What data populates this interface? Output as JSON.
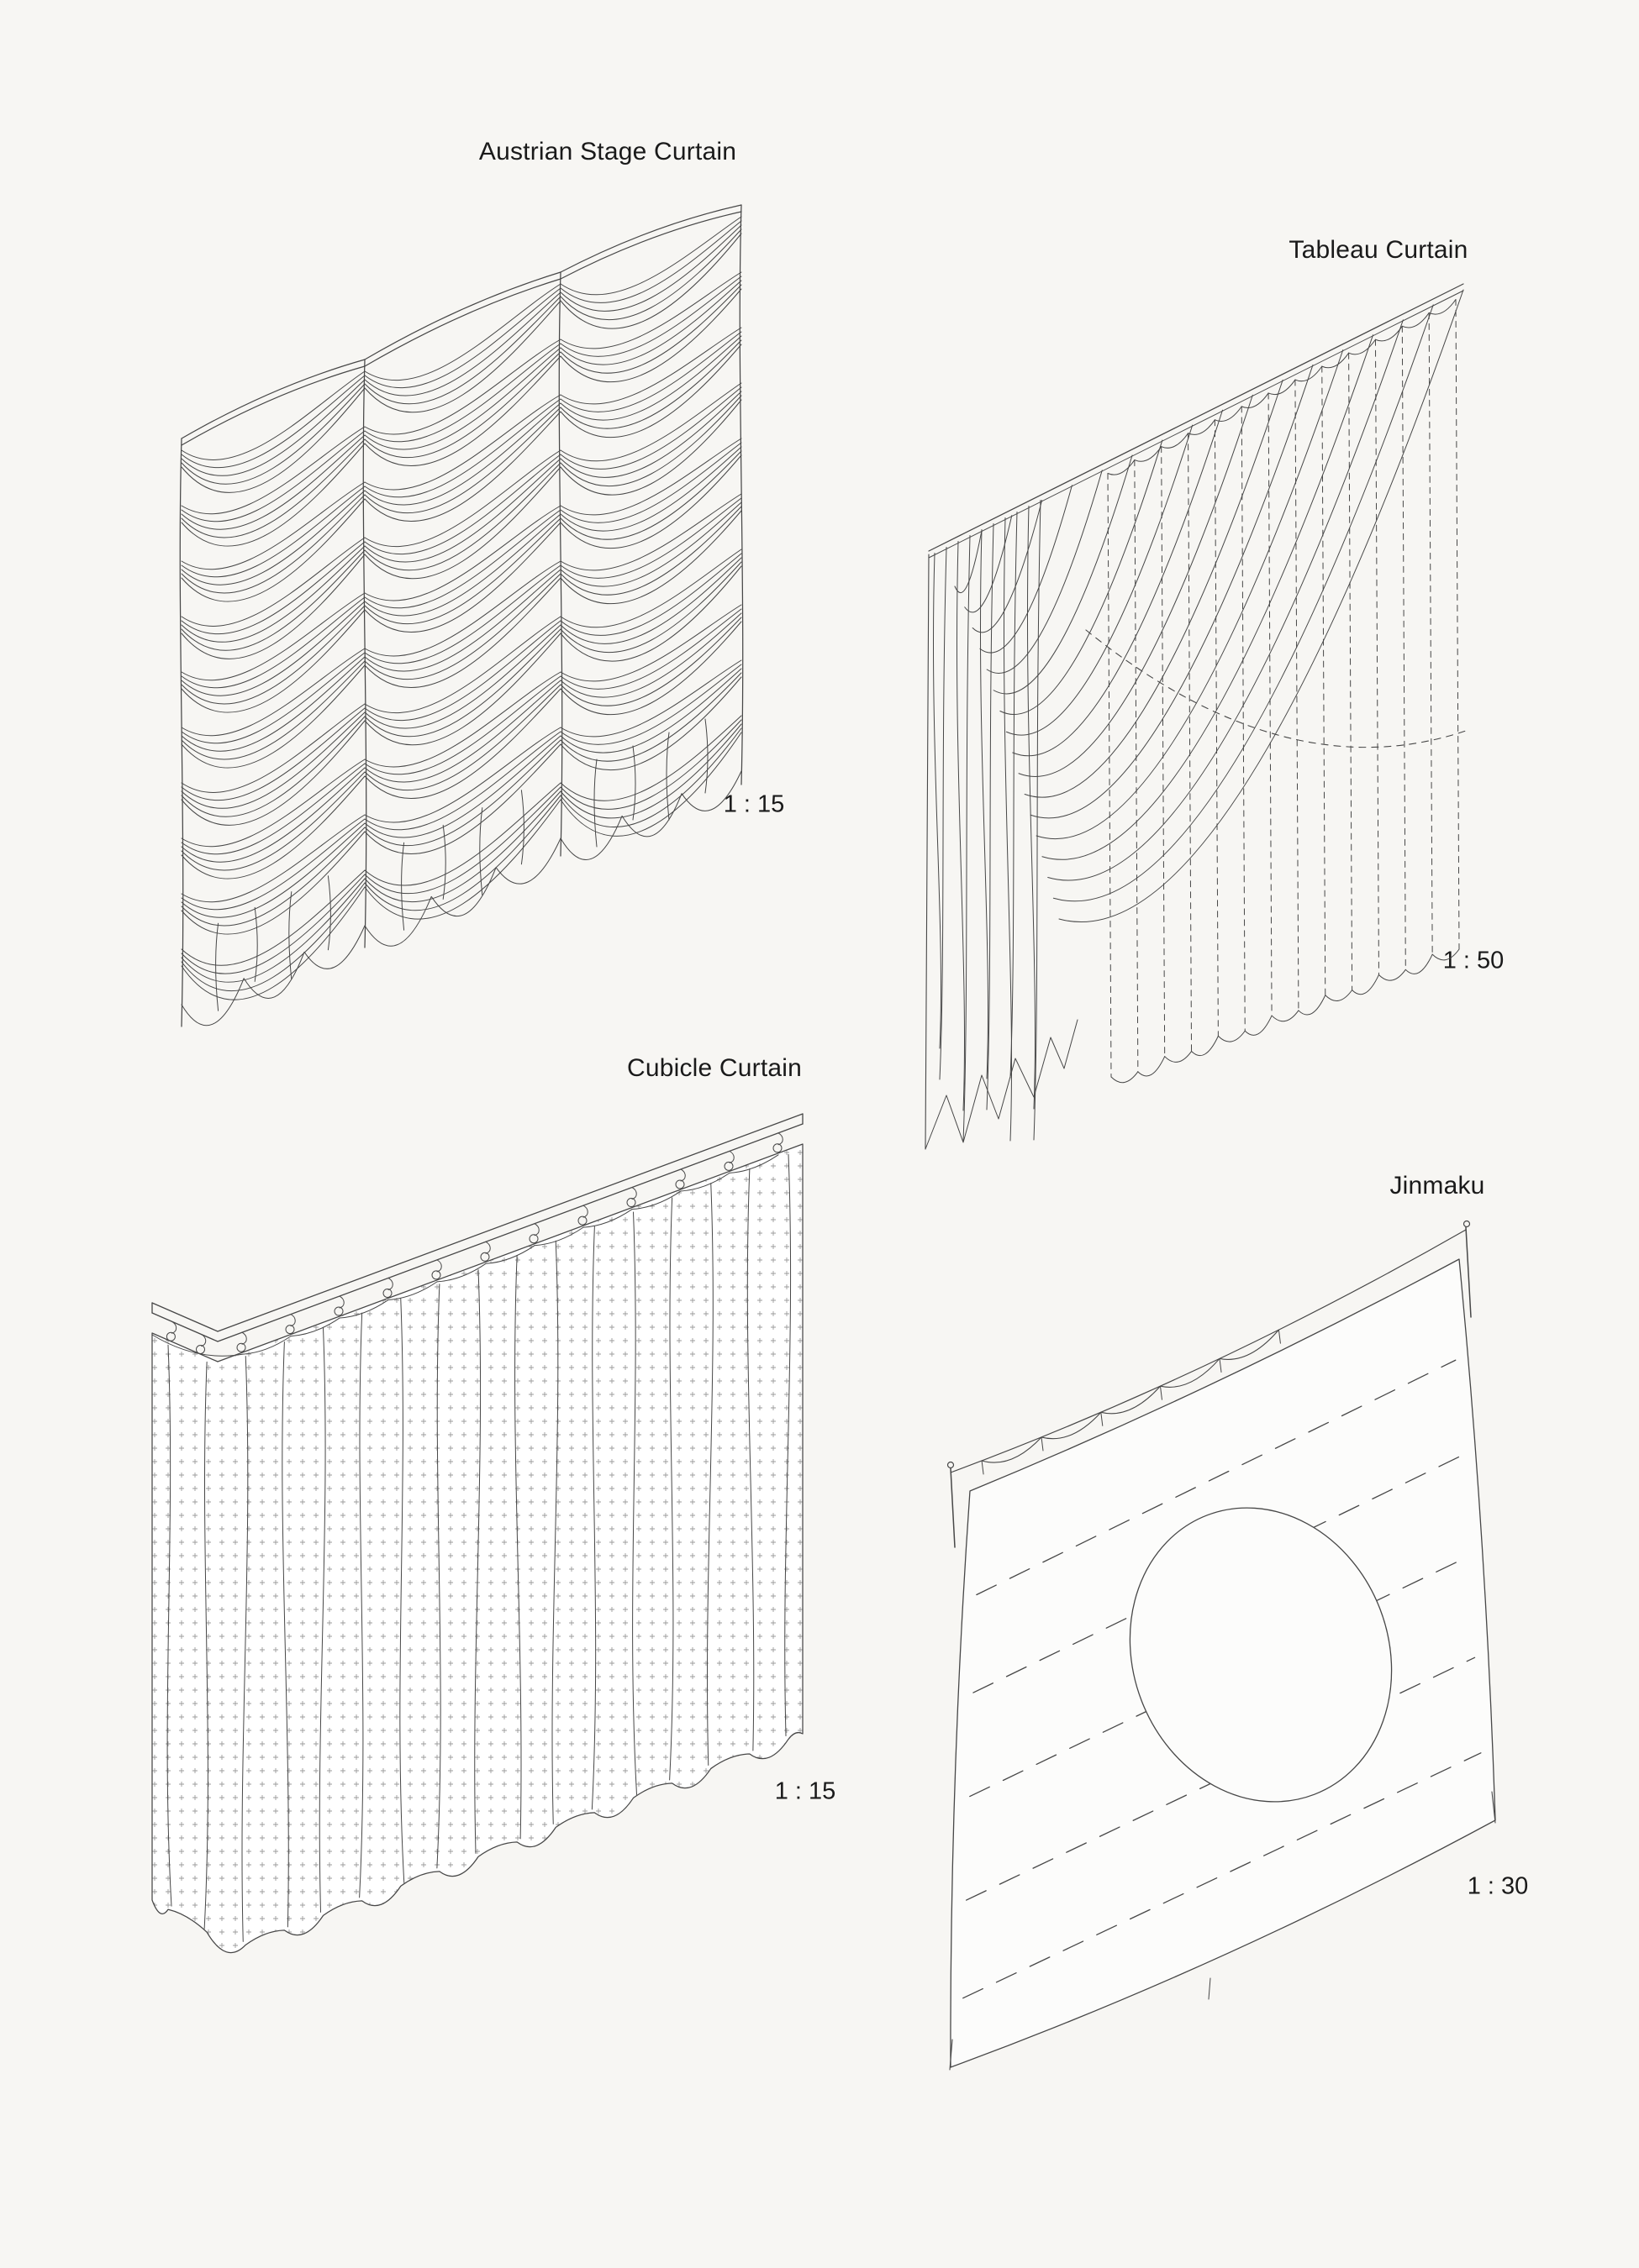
{
  "page": {
    "background": "#f7f6f3",
    "ink": "#474747",
    "label_color": "#1a1a1a"
  },
  "figures": [
    {
      "id": "austrian",
      "title": "Austrian Stage Curtain",
      "scale": "1 : 15"
    },
    {
      "id": "tableau",
      "title": "Tableau Curtain",
      "scale": "1 : 50"
    },
    {
      "id": "cubicle",
      "title": "Cubicle Curtain",
      "scale": "1 : 15"
    },
    {
      "id": "jinmaku",
      "title": "Jinmaku",
      "scale": "1 : 30"
    }
  ]
}
